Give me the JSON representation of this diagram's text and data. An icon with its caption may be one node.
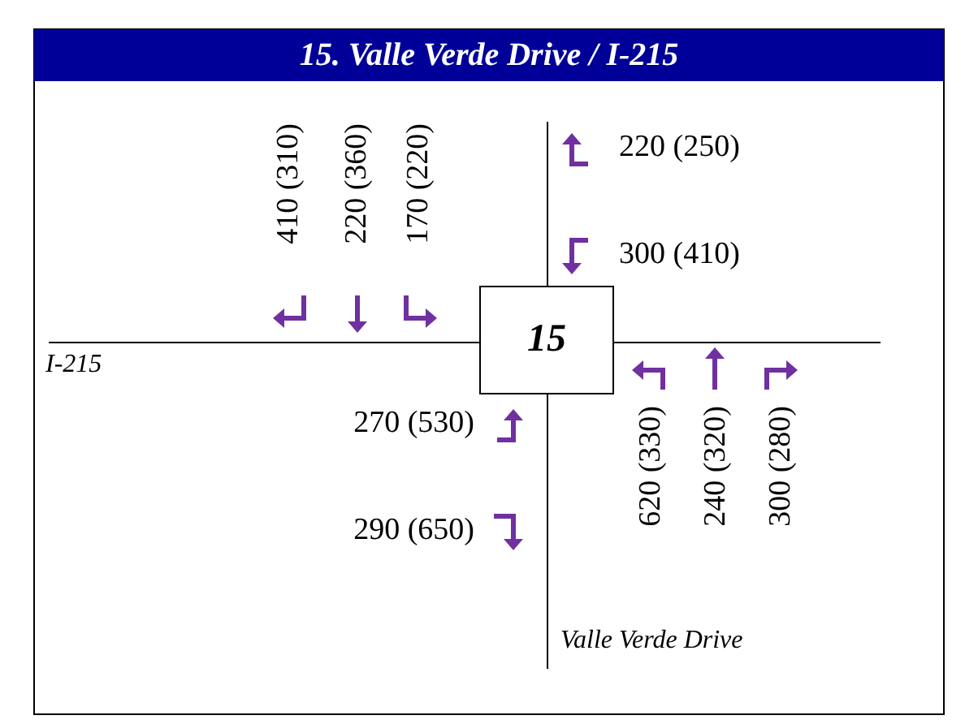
{
  "diagram": {
    "title": "15. Valle Verde Drive / I-215",
    "nodes": [
      {
        "text": [
          "15"
        ]
      }
    ],
    "labels": [
      "410 (310)",
      "220 (360)",
      "170 (220)",
      "220 (250)",
      "300 (410)",
      "I-215",
      "270 (530)",
      "290 (650)",
      "620 (330)",
      "240 (320)",
      "300 (280)",
      "Valle Verde Drive"
    ]
  }
}
